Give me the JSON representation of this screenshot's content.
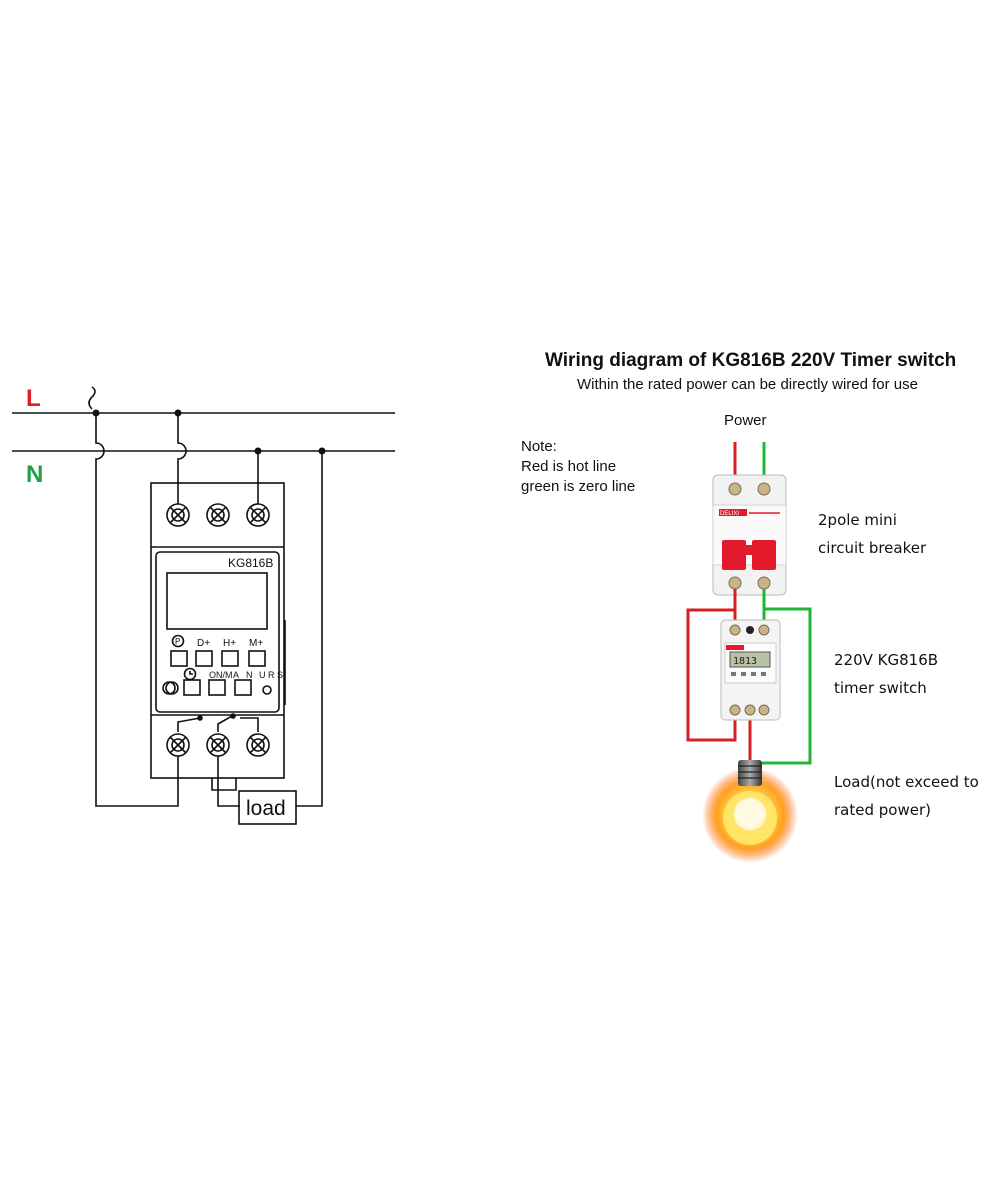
{
  "title": "Wiring diagram of KG816B 220V Timer switch",
  "subtitle": "Within the rated power can be directly wired for use",
  "power_label": "Power",
  "note_lines": [
    "Note:",
    "Red is hot line",
    "green is zero line"
  ],
  "breaker_label_lines": [
    "2pole mini",
    "circuit breaker"
  ],
  "timer_label_lines": [
    "220V KG816B",
    "timer switch"
  ],
  "load_note_lines": [
    "Load(not exceed to",
    "rated power)"
  ],
  "schematic": {
    "line_L": "L",
    "line_N": "N",
    "model": "KG816B",
    "buttons_top": [
      "D+",
      "H+",
      "M+"
    ],
    "buttons_bottom": [
      "ON/M",
      "A",
      "N",
      "U",
      "R",
      "S"
    ],
    "load": "load"
  },
  "colors": {
    "hot": "#d42020",
    "zero": "#22b436",
    "L_label": "#e02020",
    "N_label": "#20a040",
    "breaker_handle": "#e21a2c"
  }
}
